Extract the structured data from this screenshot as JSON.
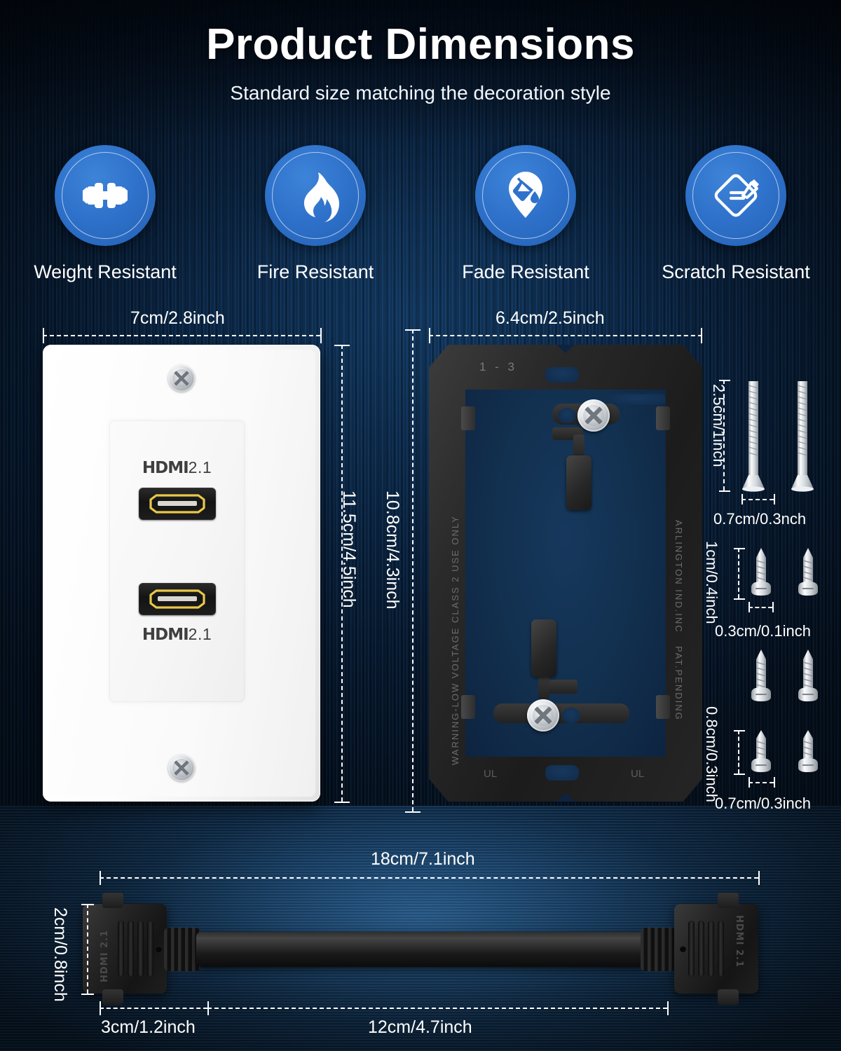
{
  "header": {
    "title": "Product Dimensions",
    "subtitle": "Standard size matching the decoration style"
  },
  "features": [
    {
      "label": "Weight Resistant",
      "icon": "dumbbell-icon"
    },
    {
      "label": "Fire Resistant",
      "icon": "flame-icon"
    },
    {
      "label": "Fade Resistant",
      "icon": "paint-drop-pin-icon"
    },
    {
      "label": "Scratch Resistant",
      "icon": "scratch-eraser-icon"
    }
  ],
  "wall_plate": {
    "width_label": "7cm/2.8inch",
    "height_label": "11.5cm/4.5inch",
    "port_top_label": "HDMI 2.1",
    "port_bottom_label": "HDMI 2.1",
    "hdmi_brand": "HDMI",
    "hdmi_version": "2.1"
  },
  "bracket": {
    "width_label": "6.4cm/2.5inch",
    "height_label": "10.8cm/4.3inch",
    "mark_top": "1 - 3",
    "text_left": "WARNING-LOW VOLTAGE CLASS 2 USE ONLY",
    "text_right_top": "ARLINGTON IND.INC",
    "text_right_bottom": "PAT.PENDING",
    "ul_left": "UL",
    "ul_right": "UL"
  },
  "screws": [
    {
      "name": "flat-head-machine-screw",
      "count": 2,
      "length_label": "2.5cm/1inch",
      "width_label": "0.7cm/0.3nch"
    },
    {
      "name": "pan-head-tapping-screw-small",
      "count": 2,
      "length_label": "1cm/0.4inch",
      "width_label": "0.3cm/0.1inch"
    },
    {
      "name": "pan-head-tapping-screw-medium",
      "count": 2,
      "length_label": "",
      "width_label": ""
    },
    {
      "name": "pan-head-tapping-screw-short",
      "count": 2,
      "length_label": "0.8cm/0.3inch",
      "width_label": "0.7cm/0.3inch"
    }
  ],
  "cable": {
    "total_length_label": "18cm/7.1inch",
    "height_label": "2cm/0.8inch",
    "connector_label": "3cm/1.2inch",
    "cord_label": "12cm/4.7inch",
    "connector_text": "HDMI 2.1"
  },
  "colors": {
    "accent_blue": "#2f72cb",
    "background_navy": "#0b2747",
    "text_white": "#ffffff",
    "plate_white": "#ffffff",
    "bracket_black": "#242424",
    "gold": "#e8c84a"
  }
}
